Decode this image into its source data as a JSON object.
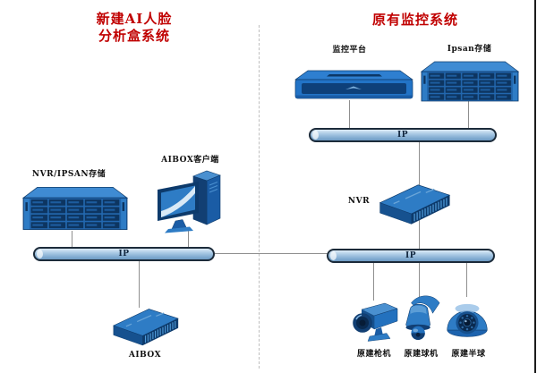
{
  "titles": {
    "left_line1": "新建AI人脸",
    "left_line2": "分析盒系统",
    "right": "原有监控系统"
  },
  "colors": {
    "title_red": "#c00000",
    "device_blue": "#2e7cc5",
    "device_dark_navy": "#0d3a6b",
    "bus_border": "#1c2b3a",
    "connector_gray": "#8f8f8f",
    "divider_gray": "#bfbfbf"
  },
  "left_system": {
    "storage": {
      "label": "NVR/IPSAN存储",
      "icon": "storage-array-icon"
    },
    "client": {
      "label": "AIBOX客户端",
      "icon": "desktop-computer-icon"
    },
    "bus": {
      "label": "IP"
    },
    "aibox": {
      "label": "AIBOX",
      "icon": "ai-box-appliance-icon"
    }
  },
  "right_system": {
    "platform": {
      "label": "监控平台",
      "icon": "rack-server-icon"
    },
    "ipsan": {
      "label": "Ipsan存储",
      "icon": "storage-array-icon"
    },
    "bus_upper": {
      "label": "IP"
    },
    "nvr": {
      "label": "NVR",
      "icon": "nvr-box-icon"
    },
    "bus_lower": {
      "label": "IP"
    },
    "cameras": [
      {
        "label": "原建枪机",
        "icon": "bullet-camera-icon"
      },
      {
        "label": "原建球机",
        "icon": "ptz-camera-icon"
      },
      {
        "label": "原建半球",
        "icon": "dome-camera-icon"
      }
    ]
  }
}
